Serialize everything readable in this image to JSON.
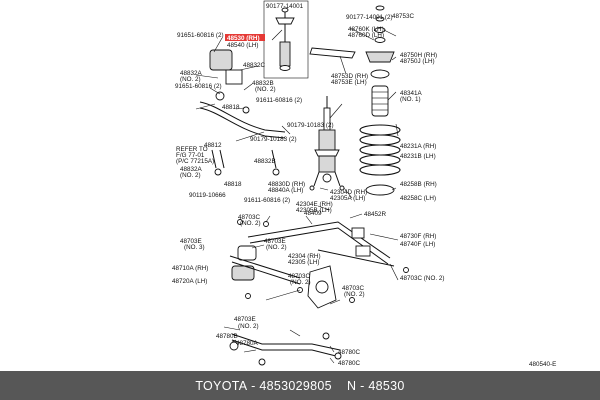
{
  "diagram": {
    "code": "480540-E",
    "labels": [
      "90177-14001",
      "48530 (RH)",
      "48540 (LH)",
      "91651-60816 (2)",
      "48832C",
      "48832A",
      "(NO. 2)",
      "91651-60816 (2)",
      "48818",
      "48832B",
      "(NO. 2)",
      "91611-60816 (2)",
      "48812",
      "90179-10183 (2)",
      "90179-10183 (2)",
      "REFER TO",
      "F/G 77-01",
      "(P/C 77215A)",
      "48832A",
      "(NO. 2)",
      "48832B",
      "48818",
      "48830D (RH)",
      "48840A (LH)",
      "91611-60816 (2)",
      "90119-10666",
      "90177-14001 (2)",
      "48753C",
      "48753D (RH)",
      "48753E (LH)",
      "48760K (LH)",
      "48760D (LH)",
      "48750H (RH)",
      "48750J (LH)",
      "48341A",
      "(NO. 1)",
      "48231A (RH)",
      "48231B (LH)",
      "48258B (RH)",
      "48258C (LH)",
      "42304D (RH)",
      "42305A (LH)",
      "42304E (RH)",
      "42305B (LH)",
      "48452R",
      "48703C",
      "(NO. 2)",
      "48409",
      "48703E",
      "(NO. 2)",
      "48730F (RH)",
      "48740F (LH)",
      "48703E",
      "(NO. 3)",
      "48710A (RH)",
      "48720A (LH)",
      "42304 (RH)",
      "42305 (LH)",
      "48703C",
      "(NO. 2)",
      "48703C",
      "(NO. 2)",
      "48703C (NO. 2)",
      "48703E",
      "(NO. 2)",
      "48780B",
      "48780A",
      "48780C",
      "48780C"
    ]
  },
  "footer": {
    "brand": "TOYOTA",
    "sep1": "-",
    "part_number": "4853029805",
    "sep2": "N -",
    "code": "48530"
  }
}
